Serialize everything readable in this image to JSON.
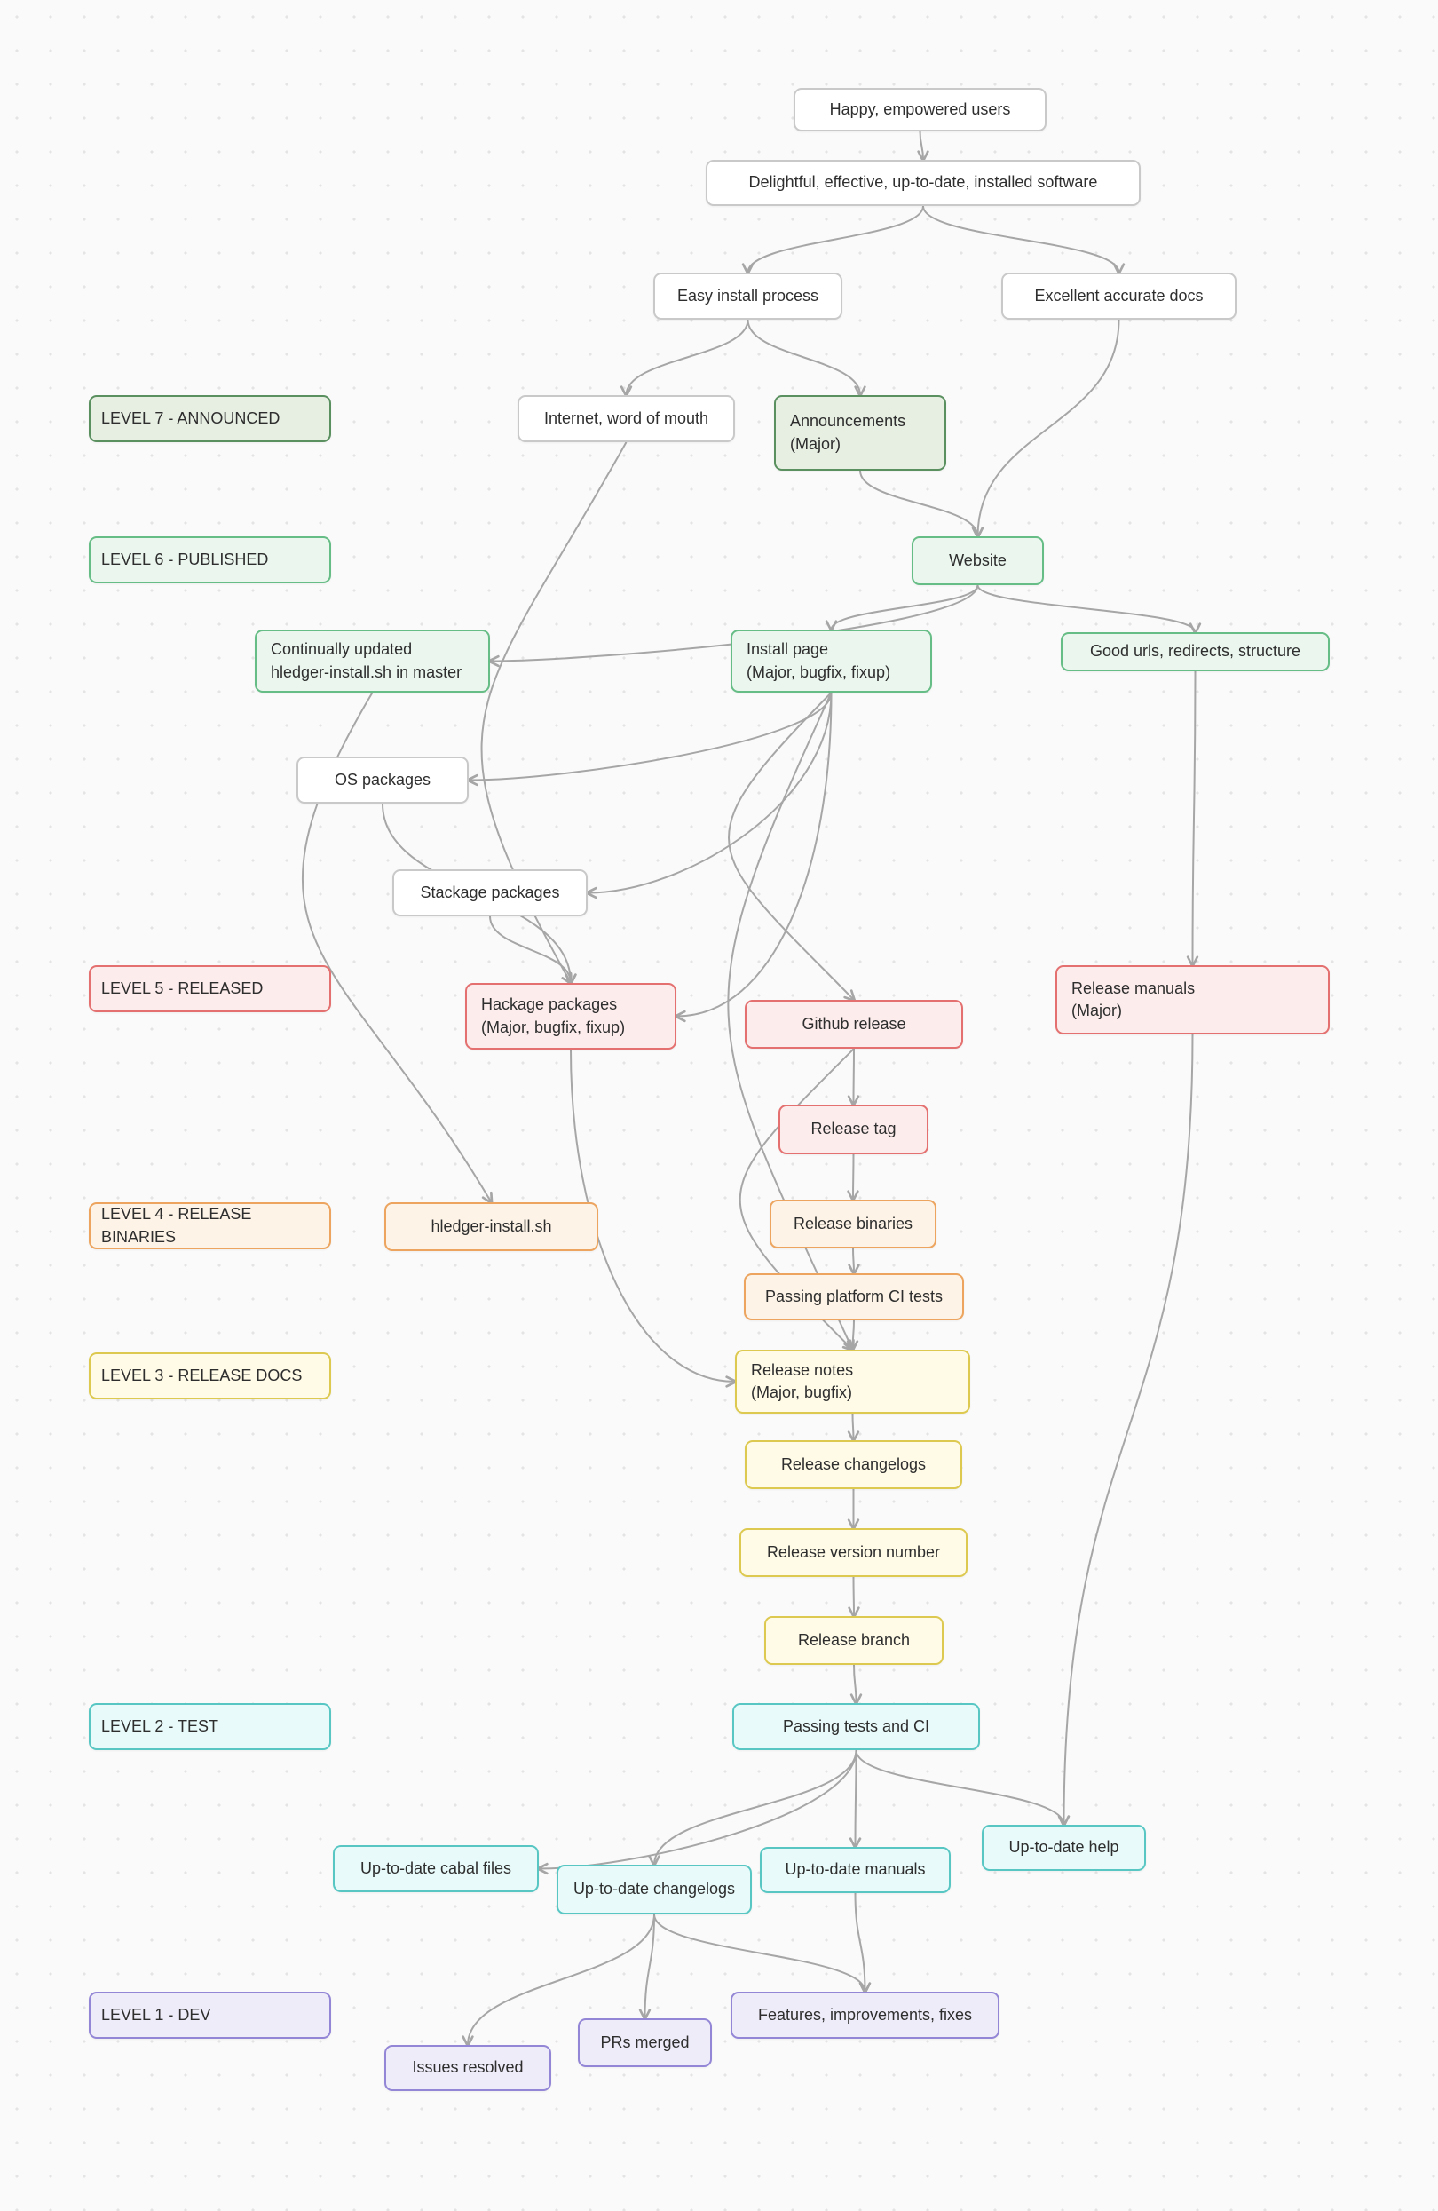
{
  "palette": {
    "background": "#fafafa",
    "dot_grid": "#e4e4e4",
    "edge": "#a6a6a6",
    "green_dark": {
      "bg": "#e7efe3",
      "border": "#5a8f5f"
    },
    "green": {
      "bg": "#eaf6ee",
      "border": "#66bd85"
    },
    "red": {
      "bg": "#fdecec",
      "border": "#e47070"
    },
    "orange": {
      "bg": "#fdf3e6",
      "border": "#eca45e"
    },
    "yellow": {
      "bg": "#fffbe7",
      "border": "#ddc94f"
    },
    "cyan": {
      "bg": "#e8fbfa",
      "border": "#58c7c4"
    },
    "purple": {
      "bg": "#efecf9",
      "border": "#9486d6"
    },
    "white": {
      "bg": "#ffffff",
      "border": "#c9c9c9"
    }
  },
  "levels": [
    {
      "id": "level7",
      "label": "LEVEL 7 - ANNOUNCED"
    },
    {
      "id": "level6",
      "label": "LEVEL 6 - PUBLISHED"
    },
    {
      "id": "level5",
      "label": "LEVEL 5 - RELEASED"
    },
    {
      "id": "level4",
      "label": "LEVEL 4 - RELEASE BINARIES"
    },
    {
      "id": "level3",
      "label": "LEVEL 3 - RELEASE DOCS"
    },
    {
      "id": "level2",
      "label": "LEVEL 2 - TEST"
    },
    {
      "id": "level1",
      "label": "LEVEL 1 - DEV"
    }
  ],
  "nodes": {
    "happy_users": {
      "label": "Happy, empowered users"
    },
    "delightful": {
      "label": "Delightful, effective, up-to-date, installed software"
    },
    "easy_install": {
      "label": "Easy install process"
    },
    "excellent_docs": {
      "label": "Excellent accurate docs"
    },
    "internet_wom": {
      "label": "Internet, word of mouth"
    },
    "announcements": {
      "label": "Announcements\n(Major)"
    },
    "website": {
      "label": "Website"
    },
    "continually_updated": {
      "label": "Continually updated\nhledger-install.sh in master"
    },
    "install_page": {
      "label": "Install page\n(Major, bugfix, fixup)"
    },
    "good_urls": {
      "label": "Good urls, redirects, structure"
    },
    "os_packages": {
      "label": "OS packages"
    },
    "stackage": {
      "label": "Stackage packages"
    },
    "hackage": {
      "label": "Hackage packages\n(Major, bugfix, fixup)"
    },
    "github_release": {
      "label": "Github release"
    },
    "release_manuals": {
      "label": "Release manuals\n(Major)"
    },
    "release_tag": {
      "label": "Release tag"
    },
    "hledger_install_sh": {
      "label": "hledger-install.sh"
    },
    "release_binaries": {
      "label": "Release binaries"
    },
    "passing_platform": {
      "label": "Passing platform CI tests"
    },
    "release_notes": {
      "label": "Release notes\n(Major, bugfix)"
    },
    "release_changelogs": {
      "label": "Release changelogs"
    },
    "release_version": {
      "label": "Release version number"
    },
    "release_branch": {
      "label": "Release branch"
    },
    "passing_tests": {
      "label": "Passing tests and CI"
    },
    "cabal_files": {
      "label": "Up-to-date cabal files"
    },
    "utd_changelogs": {
      "label": "Up-to-date changelogs"
    },
    "utd_manuals": {
      "label": "Up-to-date manuals"
    },
    "utd_help": {
      "label": "Up-to-date help"
    },
    "features": {
      "label": "Features, improvements, fixes"
    },
    "prs_merged": {
      "label": "PRs merged"
    },
    "issues_resolved": {
      "label": "Issues resolved"
    }
  },
  "edges": [
    {
      "from": "happy_users",
      "to": "delightful"
    },
    {
      "from": "delightful",
      "to": "easy_install"
    },
    {
      "from": "delightful",
      "to": "excellent_docs"
    },
    {
      "from": "easy_install",
      "to": "internet_wom"
    },
    {
      "from": "easy_install",
      "to": "announcements"
    },
    {
      "from": "excellent_docs",
      "to": "website"
    },
    {
      "from": "announcements",
      "to": "website"
    },
    {
      "from": "website",
      "to": "continually_updated"
    },
    {
      "from": "website",
      "to": "install_page"
    },
    {
      "from": "website",
      "to": "good_urls"
    },
    {
      "from": "good_urls",
      "to": "release_manuals"
    },
    {
      "from": "internet_wom",
      "to": "hackage",
      "bow": true
    },
    {
      "from": "install_page",
      "to": "os_packages"
    },
    {
      "from": "install_page",
      "to": "stackage"
    },
    {
      "from": "install_page",
      "to": "hackage"
    },
    {
      "from": "install_page",
      "to": "github_release",
      "bow": true
    },
    {
      "from": "install_page",
      "to": "release_notes",
      "bow": true
    },
    {
      "from": "continually_updated",
      "to": "hledger_install_sh",
      "bow": true
    },
    {
      "from": "os_packages",
      "to": "hackage"
    },
    {
      "from": "stackage",
      "to": "hackage"
    },
    {
      "from": "hackage",
      "to": "release_notes"
    },
    {
      "from": "github_release",
      "to": "release_tag"
    },
    {
      "from": "github_release",
      "to": "release_notes",
      "bow": true
    },
    {
      "from": "release_tag",
      "to": "release_binaries"
    },
    {
      "from": "release_binaries",
      "to": "passing_platform"
    },
    {
      "from": "passing_platform",
      "to": "release_notes"
    },
    {
      "from": "release_notes",
      "to": "release_changelogs"
    },
    {
      "from": "release_changelogs",
      "to": "release_version"
    },
    {
      "from": "release_version",
      "to": "release_branch"
    },
    {
      "from": "release_branch",
      "to": "passing_tests"
    },
    {
      "from": "release_manuals",
      "to": "utd_help"
    },
    {
      "from": "passing_tests",
      "to": "cabal_files"
    },
    {
      "from": "passing_tests",
      "to": "utd_changelogs"
    },
    {
      "from": "passing_tests",
      "to": "utd_manuals"
    },
    {
      "from": "passing_tests",
      "to": "utd_help"
    },
    {
      "from": "utd_changelogs",
      "to": "prs_merged"
    },
    {
      "from": "utd_changelogs",
      "to": "issues_resolved"
    },
    {
      "from": "utd_changelogs",
      "to": "features"
    },
    {
      "from": "utd_manuals",
      "to": "features"
    }
  ]
}
